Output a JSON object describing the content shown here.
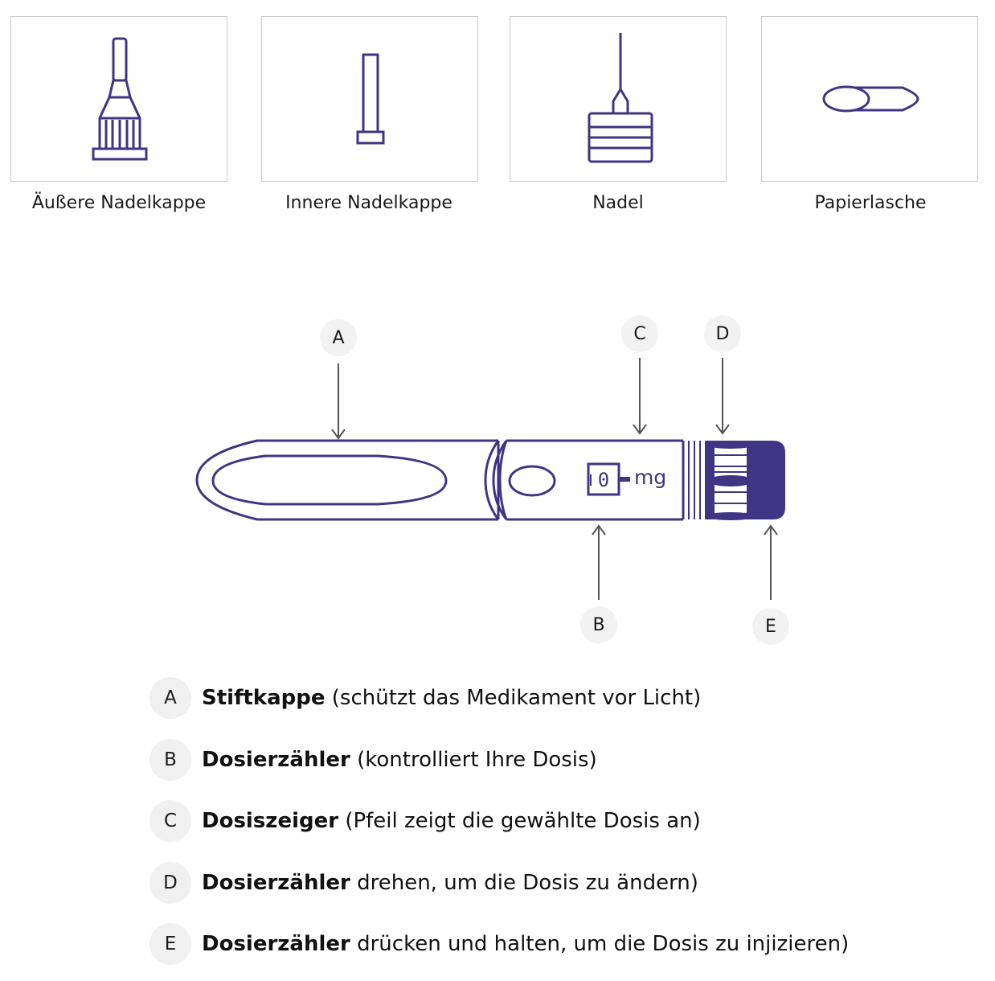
{
  "parts": [
    {
      "label": "Äußere Nadelkappe"
    },
    {
      "label": "Innere Nadelkappe"
    },
    {
      "label": "Nadel"
    },
    {
      "label": "Papierlasche"
    }
  ],
  "pen": {
    "dose_value": "0",
    "dose_unit": "mg",
    "callouts": {
      "a": "A",
      "b": "B",
      "c": "C",
      "d": "D",
      "e": "E"
    }
  },
  "legend": [
    {
      "letter": "A",
      "term": "Stiftkappe",
      "text": " (schützt das Medikament vor Licht)"
    },
    {
      "letter": "B",
      "term": "Dosierzähler",
      "text": " (kontrolliert Ihre Dosis)"
    },
    {
      "letter": "C",
      "term": "Dosiszeiger",
      "text": " (Pfeil zeigt die gewählte Dosis an)"
    },
    {
      "letter": "D",
      "term": "Dosierzähler",
      "text": " drehen, um die Dosis zu ändern)"
    },
    {
      "letter": "E",
      "term": "Dosierzähler",
      "text": " drücken und halten, um die Dosis zu injizieren)"
    }
  ],
  "colors": {
    "ink": "#3f3583",
    "line": "#555555",
    "box_border": "#c9c9c9"
  }
}
